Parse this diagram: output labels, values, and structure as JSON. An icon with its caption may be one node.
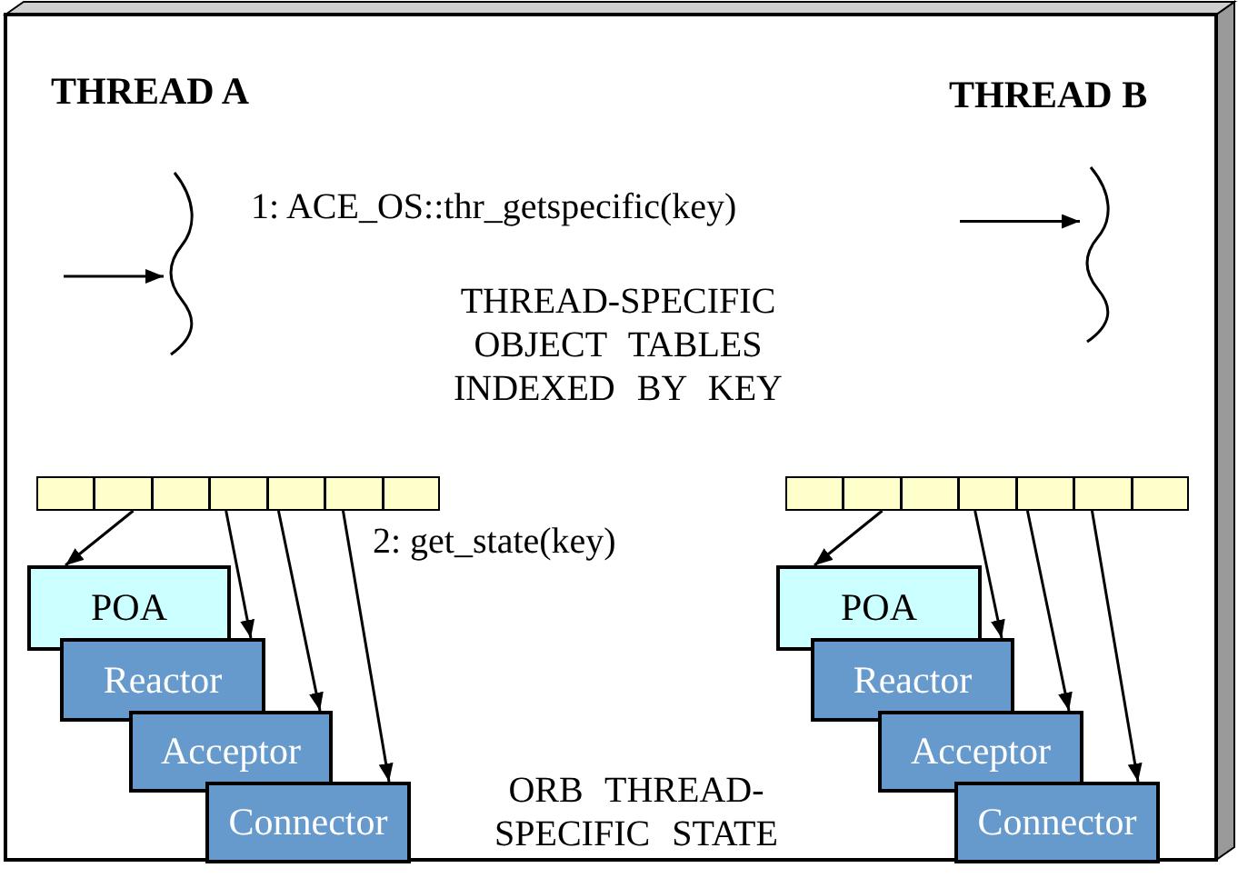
{
  "diagram": {
    "nodes": [
      {
        "text": [],
        "shape": "squiggle",
        "beside": [
          "THREAD A"
        ]
      },
      {
        "text": [],
        "shape": "squiggle",
        "beside": [
          "THREAD B"
        ]
      },
      {
        "text": [],
        "shape": "bar",
        "beside": [
          "2: get_state(key)"
        ]
      },
      {
        "text": [
          "POA"
        ]
      },
      {
        "text": [
          "Reactor"
        ]
      },
      {
        "text": [
          "Acceptor"
        ]
      },
      {
        "text": [
          "Connector"
        ]
      },
      {
        "text": [],
        "shape": "bar"
      },
      {
        "text": [
          "POA"
        ]
      },
      {
        "text": [
          "Reactor"
        ]
      },
      {
        "text": [
          "Acceptor"
        ]
      },
      {
        "text": [
          "Connector"
        ]
      }
    ],
    "edges": [
      {
        "from": null,
        "to": 0,
        "arrow": "to"
      },
      {
        "from": null,
        "to": 1,
        "arrow": "to"
      },
      {
        "from": 2,
        "to": 3,
        "arrow": "to"
      },
      {
        "from": 2,
        "to": 4,
        "arrow": "to"
      },
      {
        "from": 2,
        "to": 5,
        "arrow": "to"
      },
      {
        "from": 2,
        "to": 6,
        "arrow": "to"
      },
      {
        "from": 7,
        "to": 8,
        "arrow": "to"
      },
      {
        "from": 7,
        "to": 9,
        "arrow": "to"
      },
      {
        "from": 7,
        "to": 10,
        "arrow": "to"
      },
      {
        "from": 7,
        "to": 11,
        "arrow": "to"
      }
    ],
    "labels": [
      "1: ACE_OS::thr_getspecific(key)",
      "THREAD-SPECIFIC OBJECT TABLES INDEXED BY KEY",
      "ORB THREAD-SPECIFIC STATE"
    ]
  }
}
